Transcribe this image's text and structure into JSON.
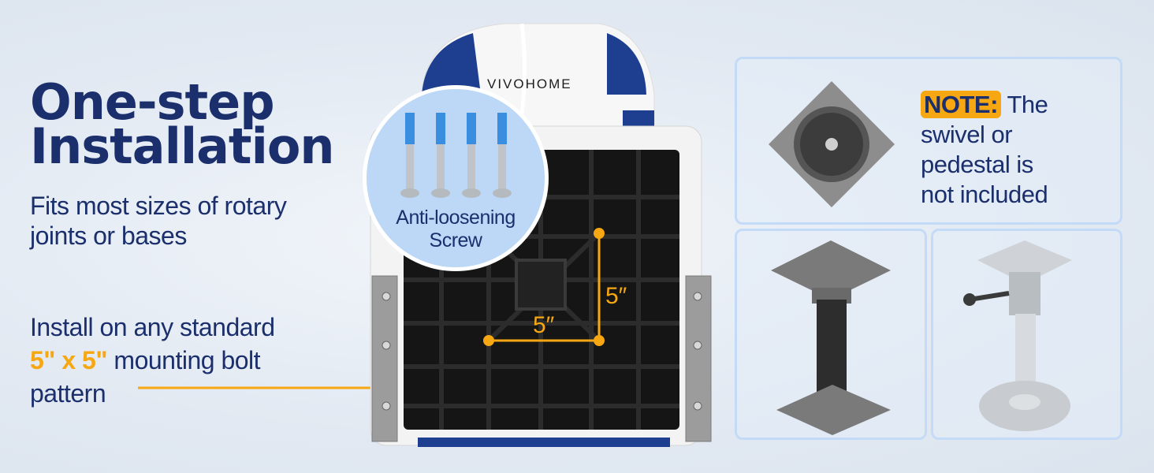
{
  "headline": {
    "line1": "One-step",
    "line2": "Installation"
  },
  "subtitle": {
    "line1": "Fits most sizes of rotary",
    "line2": "joints or bases"
  },
  "install": {
    "line1": "Install on any standard",
    "highlight": "5\" x 5\"",
    "line2_rest": " mounting bolt",
    "line3": "pattern"
  },
  "screw": {
    "label_line1": "Anti-loosening",
    "label_line2": "Screw"
  },
  "seat": {
    "brand": "VIVOHOME",
    "dim_vertical": "5″",
    "dim_horizontal": "5″"
  },
  "note": {
    "tag": "NOTE:",
    "text_line1": " The",
    "text_line2": "swivel or",
    "text_line3": "pedestal is",
    "text_line4": "not included"
  },
  "colors": {
    "navy": "#1b2f6d",
    "accent": "#f6a712",
    "panel_border": "#c3dbf6",
    "bubble": "#bcd8f6"
  },
  "icons": [
    "screw-icon",
    "swivel-plate-icon",
    "pedestal-icon",
    "adjustable-pedestal-icon",
    "seat-image"
  ]
}
